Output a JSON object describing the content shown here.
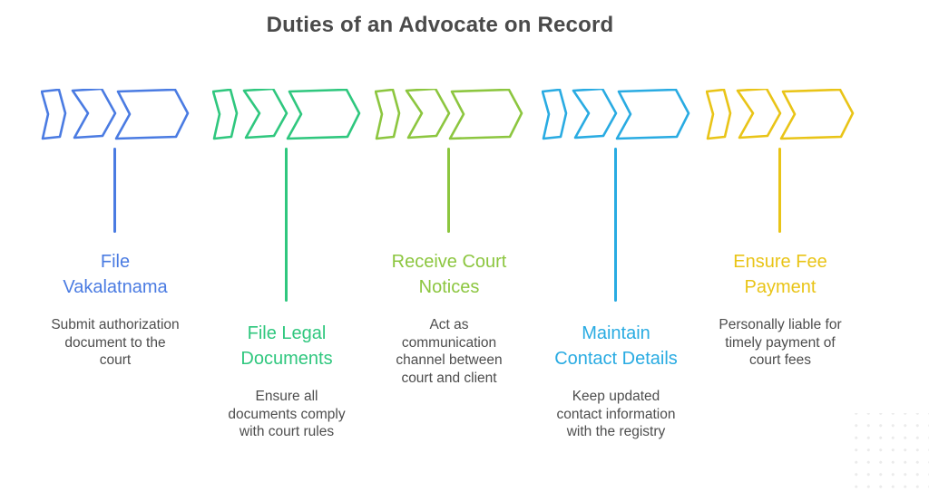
{
  "title": "Duties of an Advocate on Record",
  "colors": {
    "title": "#4A4A4A",
    "body": "#4D4D4D",
    "dots": "#EBEBEB"
  },
  "steps": [
    {
      "name": "file-vakalatnama",
      "color": "#4A7BE2",
      "heading": "File Vakalatnama",
      "heading_lines": [
        "File",
        "Vakalatnama"
      ],
      "description": "Submit authorization document to the court",
      "desc_lines": [
        "Submit authorization",
        "document to the",
        "court"
      ]
    },
    {
      "name": "file-legal-documents",
      "color": "#2FC77E",
      "heading": "File Legal Documents",
      "heading_lines": [
        "File Legal",
        "Documents"
      ],
      "description": "Ensure all documents comply with court rules",
      "desc_lines": [
        "Ensure all",
        "documents comply",
        "with court rules"
      ]
    },
    {
      "name": "receive-court-notices",
      "color": "#8CC63F",
      "heading": "Receive Court Notices",
      "heading_lines": [
        "Receive Court",
        "Notices"
      ],
      "description": "Act as communication channel between court and client",
      "desc_lines": [
        "Act as",
        "communication",
        "channel between",
        "court and client"
      ]
    },
    {
      "name": "maintain-contact-details",
      "color": "#29ABE2",
      "heading": "Maintain Contact Details",
      "heading_lines": [
        "Maintain",
        "Contact Details"
      ],
      "description": "Keep updated contact information with the registry",
      "desc_lines": [
        "Keep updated",
        "contact information",
        "with the registry"
      ]
    },
    {
      "name": "ensure-fee-payment",
      "color": "#E9C417",
      "heading": "Ensure Fee Payment",
      "heading_lines": [
        "Ensure Fee",
        "Payment"
      ],
      "description": "Personally liable for timely payment of court fees",
      "desc_lines": [
        "Personally liable for",
        "timely payment of",
        "court fees"
      ]
    }
  ]
}
